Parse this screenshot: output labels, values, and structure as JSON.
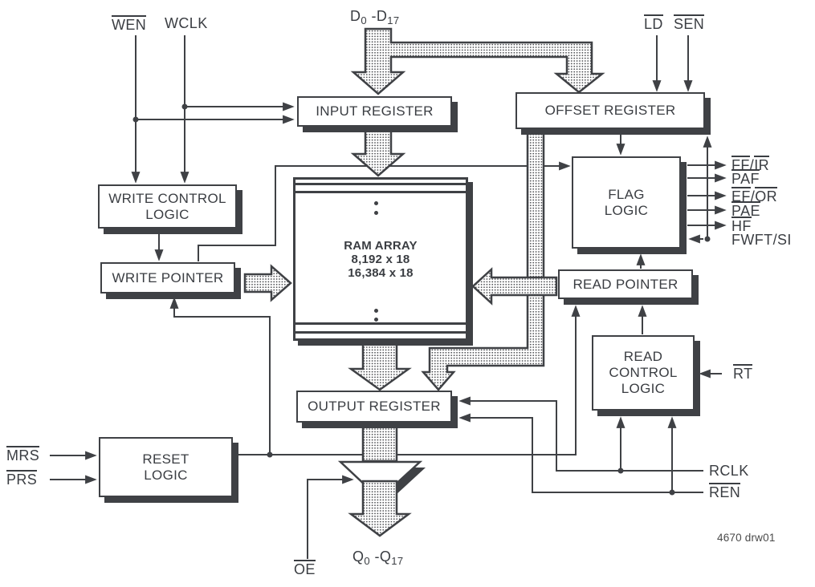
{
  "drawing_number": "4670 drw01",
  "colors": {
    "line": "#3f4145",
    "text": "#3a3d42",
    "background": "#ffffff"
  },
  "boxes": {
    "input_register": {
      "label_lines": [
        "INPUT REGISTER"
      ]
    },
    "offset_register": {
      "label_lines": [
        "OFFSET REGISTER"
      ]
    },
    "write_control_logic": {
      "label_lines": [
        "WRITE CONTROL",
        "LOGIC"
      ]
    },
    "write_pointer": {
      "label_lines": [
        "WRITE POINTER"
      ]
    },
    "flag_logic": {
      "label_lines": [
        "FLAG",
        "LOGIC"
      ]
    },
    "read_pointer": {
      "label_lines": [
        "READ POINTER"
      ]
    },
    "read_control_logic": {
      "label_lines": [
        "READ",
        "CONTROL",
        "LOGIC"
      ]
    },
    "reset_logic": {
      "label_lines": [
        "RESET",
        "LOGIC"
      ]
    },
    "output_register": {
      "label_lines": [
        "OUTPUT REGISTER"
      ]
    },
    "ram_array": {
      "label_lines": [
        "RAM ARRAY",
        "8,192 x 18",
        "16,384 x 18"
      ]
    }
  },
  "signals": [
    {
      "id": "wen",
      "parts": [
        {
          "t": "WEN",
          "ol": true
        }
      ]
    },
    {
      "id": "wclk",
      "parts": [
        {
          "t": "WCLK"
        }
      ]
    },
    {
      "id": "data-in",
      "parts": [
        {
          "t": "D"
        },
        {
          "t": "0",
          "sub": true
        },
        {
          "t": " -D"
        },
        {
          "t": "17",
          "sub": true
        }
      ]
    },
    {
      "id": "ld",
      "parts": [
        {
          "t": "LD",
          "ol": true
        }
      ]
    },
    {
      "id": "sen",
      "parts": [
        {
          "t": "SEN",
          "ol": true
        }
      ]
    },
    {
      "id": "ff-ir",
      "parts": [
        {
          "t": "FF",
          "ol": true
        },
        {
          "t": "/"
        },
        {
          "t": "IR",
          "ol": true
        }
      ]
    },
    {
      "id": "paf",
      "parts": [
        {
          "t": "PAF",
          "ol": true
        }
      ]
    },
    {
      "id": "ef-or",
      "parts": [
        {
          "t": "EF",
          "ol": true
        },
        {
          "t": "/"
        },
        {
          "t": "OR",
          "ol": true
        }
      ]
    },
    {
      "id": "pae",
      "parts": [
        {
          "t": "PAE",
          "ol": true
        }
      ]
    },
    {
      "id": "hf",
      "parts": [
        {
          "t": "HF",
          "ol": true
        }
      ]
    },
    {
      "id": "fwft-si",
      "parts": [
        {
          "t": "FWFT/SI"
        }
      ]
    },
    {
      "id": "rt",
      "parts": [
        {
          "t": "RT",
          "ol": true
        }
      ]
    },
    {
      "id": "rclk",
      "parts": [
        {
          "t": "RCLK"
        }
      ]
    },
    {
      "id": "ren",
      "parts": [
        {
          "t": "REN",
          "ol": true
        }
      ]
    },
    {
      "id": "mrs",
      "parts": [
        {
          "t": "MRS",
          "ol": true
        }
      ]
    },
    {
      "id": "prs",
      "parts": [
        {
          "t": "PRS",
          "ol": true
        }
      ]
    },
    {
      "id": "oe",
      "parts": [
        {
          "t": "OE",
          "ol": true
        }
      ]
    },
    {
      "id": "data-out",
      "parts": [
        {
          "t": "Q"
        },
        {
          "t": "0",
          "sub": true
        },
        {
          "t": " -Q"
        },
        {
          "t": "17",
          "sub": true
        }
      ]
    }
  ]
}
